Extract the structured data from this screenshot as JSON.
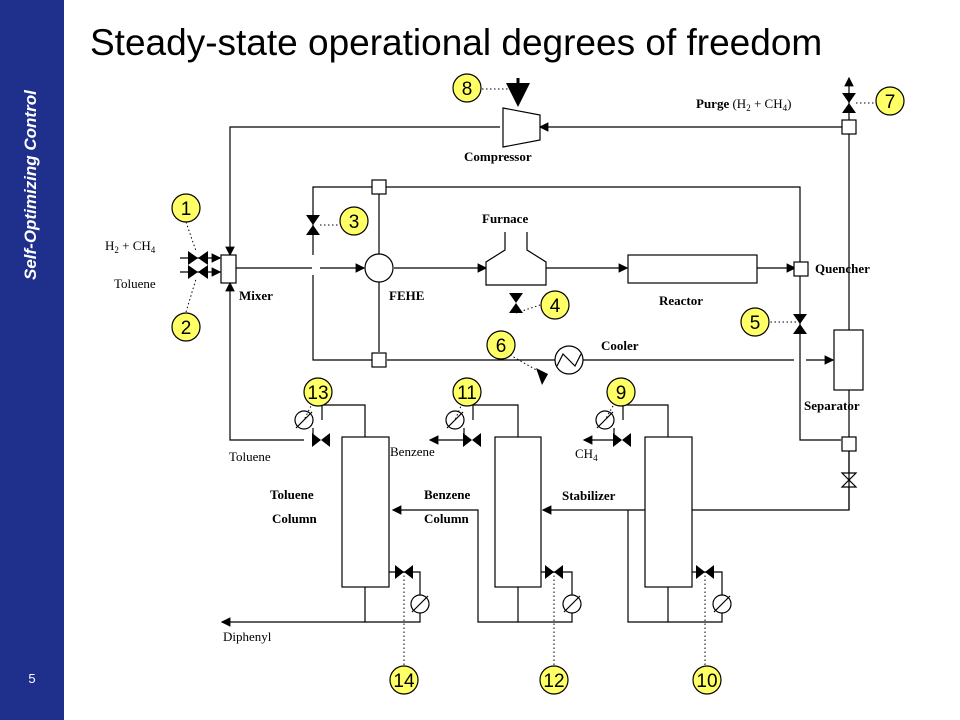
{
  "slide": {
    "sidebar_title": "Self-Optimizing Control",
    "page_number": "5",
    "title": "Steady-state operational degrees of freedom"
  },
  "diagram": {
    "labels": {
      "feed_gas": "H",
      "feed_gas_rest": " + CH",
      "toluene_feed": "Toluene",
      "mixer": "Mixer",
      "fehe": "FEHE",
      "furnace": "Furnace",
      "reactor": "Reactor",
      "quencher": "Quencher",
      "cooler": "Cooler",
      "separator": "Separator",
      "compressor": "Compressor",
      "purge_bold": "Purge",
      "purge_rest": " (H",
      "purge_mid": " + CH",
      "purge_end": ")",
      "toluene_product": "Toluene",
      "benzene_product": "Benzene",
      "ch4_product": "CH",
      "toluene_column_1": "Toluene",
      "toluene_column_2": "Column",
      "benzene_column_1": "Benzene",
      "benzene_column_2": "Column",
      "stabilizer": "Stabilizer",
      "diphenyl": "Diphenyl",
      "sub2": "2",
      "sub4": "4"
    },
    "markers": [
      "1",
      "2",
      "3",
      "4",
      "5",
      "6",
      "7",
      "8",
      "9",
      "10",
      "11",
      "12",
      "13",
      "14"
    ],
    "colors": {
      "marker_fill": "#ffff66",
      "sidebar": "#1f2f8c"
    }
  }
}
